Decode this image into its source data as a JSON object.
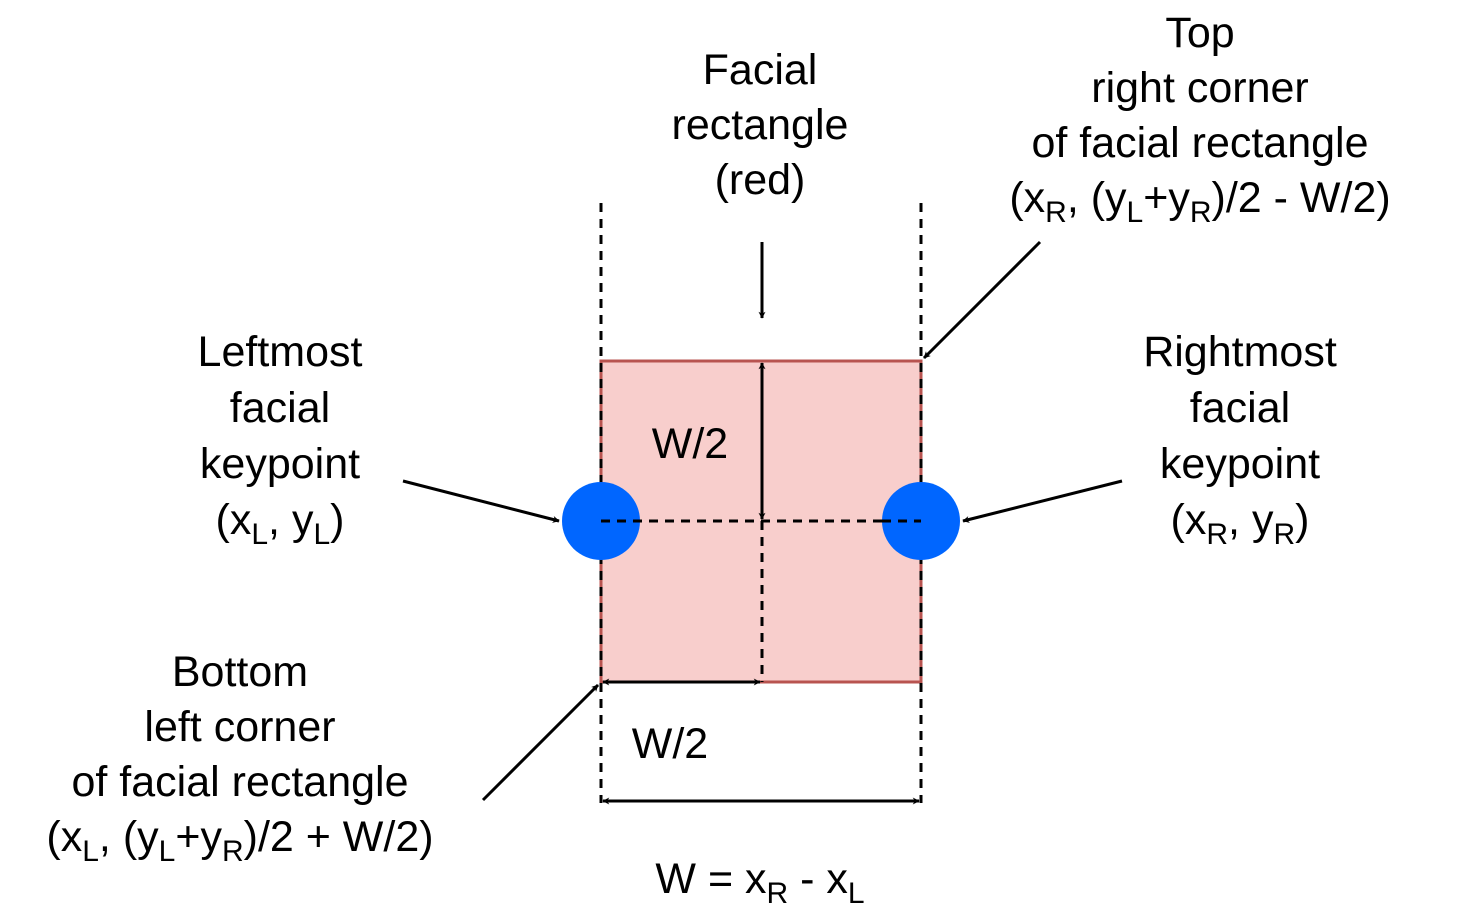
{
  "colors": {
    "rect_fill": "#f8cecc",
    "rect_stroke": "#b85450",
    "keypoint": "#0066ff",
    "line": "#000000"
  },
  "labels": {
    "facial_rectangle": [
      "Facial",
      "rectangle",
      "(red)"
    ],
    "top_right": {
      "lines": [
        "Top",
        "right corner",
        "of facial rectangle"
      ],
      "coord": {
        "p1": "(x",
        "s1": "R",
        "p2": ", (y",
        "s2": "L",
        "p3": "+y",
        "s3": "R",
        "p4": ")/2 - W/2)"
      }
    },
    "leftmost": {
      "lines": [
        "Leftmost",
        "facial",
        "keypoint"
      ],
      "coord": {
        "p1": "(x",
        "s1": "L",
        "p2": ", y",
        "s2": "L",
        "p3": ")"
      }
    },
    "rightmost": {
      "lines": [
        "Rightmost",
        "facial",
        "keypoint"
      ],
      "coord": {
        "p1": "(x",
        "s1": "R",
        "p2": ", y",
        "s2": "R",
        "p3": ")"
      }
    },
    "bottom_left": {
      "lines": [
        "Bottom",
        "left corner",
        "of facial rectangle"
      ],
      "coord": {
        "p1": "(x",
        "s1": "L",
        "p2": ", (y",
        "s2": "L",
        "p3": "+y",
        "s3": "R",
        "p4": ")/2 + W/2)"
      }
    },
    "half_width_vertical": "W/2",
    "half_width_horizontal": "W/2",
    "width_formula": {
      "p1": "W = x",
      "s1": "R",
      "p2": " - x",
      "s2": "L"
    }
  }
}
